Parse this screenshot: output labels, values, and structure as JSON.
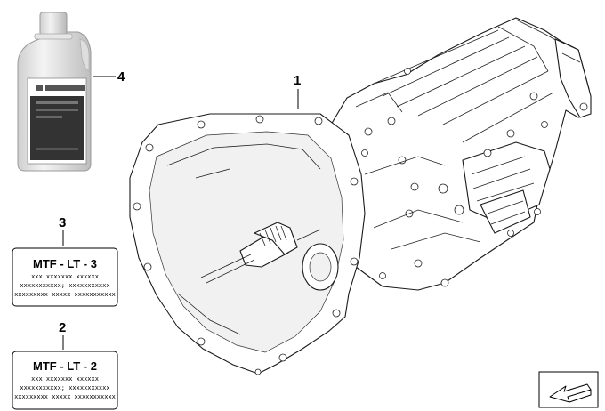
{
  "parts": [
    {
      "callout": "1",
      "name": "manual gearbox"
    },
    {
      "callout": "2",
      "label_title": "MTF - LT - 2",
      "label_lines": [
        "xxx xxxxxxx xxxxxx",
        "xxxxxxxxxxx; xxxxxxxxxxx",
        "xxxxxxxxx xxxxx xxxxxxxxxxx"
      ]
    },
    {
      "callout": "3",
      "label_title": "MTF - LT - 3",
      "label_lines": [
        "xxx xxxxxxx xxxxxx",
        "xxxxxxxxxxx; xxxxxxxxxxx",
        "xxxxxxxxx xxxxx xxxxxxxxxxx"
      ]
    },
    {
      "callout": "4",
      "name": "oil bottle"
    }
  ],
  "icons": [
    "oil-bottle-icon",
    "gearbox-drawing-icon",
    "navigation-arrow-icon"
  ]
}
